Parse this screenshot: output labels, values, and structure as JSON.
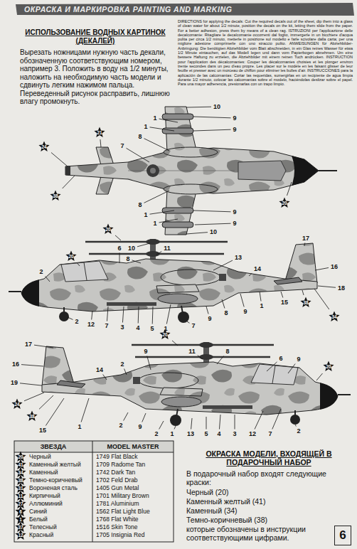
{
  "diagram": {
    "title": "ОКРАСКА И МАРКИРОВКА PAINTING AND MARKING",
    "nodes": [
      {
        "text": [
          "6"
        ]
      }
    ],
    "labels": [
      "ИСПОЛЬЗОВАНИЕ ВОДНЫХ КАРТИНОК (ДЕКАЛЕЙ)",
      "Вырезать ножницами нужную часть декали, обозначенную соответствующим номером, например 3. Положить в воду на 1/2 минуты, наложить на необходимую часть модели и сдвинуть легким нажимом пальца. Переведенный рисунок расправить, лишнюю влагу промокнуть.",
      "DIRECTIONS for applying the decals: Cut the required decals out of the sheet, dip them into a glass of clean water for about 1/2 minute, position the decals on the kit, letting them slide from the paper. For a better adhesion, press them by means of a clean rag. ISTRUZIONI per l'applicazione delle decalcomanie: Ritagliare le decalcomanie occorrenti dal foglio, immergerle in un bicchiere d'acqua pulita per circa 1/2 minuto, metterle in posizione sul modello e farle scivolare dalla carta; per una migliore adesione comprimerle con uno straccio pulito. ANWEISUNGEN für Abziehbilder-Anbringung: Die benötigten Abziehbilder vom Blatt abschneiden, in ein Glas reines Wasser für etwa 1/2 Minute eintauchen, auf das Modell legen und dann vom Papierbogen abnehmen. Um eine bessere Haftung zu erzielen, die Abziehbilder mit einem reinen Tuch andrücken. INSTRUCTION pour l'application des décalcomanies: Couper les décalcomanies choisies et les plonger environ trente secondes dans un peu d'eau propre. Les placer sur le modèle en les faisant glisser de leur feuille et presser avec un morceau de chiffon pour éliminer les bulles d'air. INSTRUCCIONES para la aplicación de las calcomanías: Cortar las requeridas, sumergirlas en un recipiente de agua limpia durante 1/2 minuto, colocar las calcomanías sobre el modelo, haciéndolas deslizar sobre el papel. Para una mayor adherencia, presionarlas con un trapo limpio.",
      "10",
      "9",
      "9",
      "8",
      "1",
      "1",
      "7",
      "21",
      "24",
      "38",
      "20",
      "8",
      "1",
      "1",
      "9",
      "9",
      "10",
      "20",
      "10",
      "11",
      "8",
      "6",
      "13",
      "17",
      "16",
      "18",
      "14",
      "20",
      "2",
      "2",
      "12",
      "7",
      "3",
      "4",
      "5",
      "1",
      "7",
      "9",
      "8",
      "9",
      "1",
      "15",
      "38",
      "34",
      "17",
      "16",
      "19",
      "24",
      "38",
      "15",
      "1",
      "14",
      "2",
      "9",
      "20",
      "11",
      "8",
      "6",
      "9",
      "20",
      "2",
      "9",
      "2",
      "1",
      "13",
      "5",
      "4",
      "3",
      "12",
      "7",
      "2",
      "ЗВЕЗДА",
      "MODEL MASTER",
      "20",
      "Черный",
      "1749 Flat Black",
      "41",
      "Каменный желтый",
      "1709 Radome Tan",
      "34",
      "Каменный",
      "1742 Dark Tan",
      "38",
      "Темно-коричневый",
      "1702 Feld Drab",
      "31",
      "Вороненая сталь",
      "1405 Gun Metal",
      "11",
      "Кирпичный",
      "1701 Military Brown",
      "27",
      "Аллюминий",
      "1781 Aluminium",
      "6",
      "Синий",
      "1562 Flat Light Blue",
      "1",
      "Белый",
      "1768 Flat White",
      "37",
      "Телесный",
      "1516 Skin Tone",
      "12",
      "Красный",
      "1705 Insignia Red",
      "ОКРАСКА МОДЕЛИ, ВХОДЯЩЕЙ В ПОДАРОЧНЫЙ НАБОР",
      "В подарочный набор входят следующие краски:",
      "Черный (20)",
      "Каменный желтый (41)",
      "Каменный (34)",
      "Темно-коричневый (38)",
      "которые обозначены в инструкции соответствующими цифрами."
    ]
  }
}
